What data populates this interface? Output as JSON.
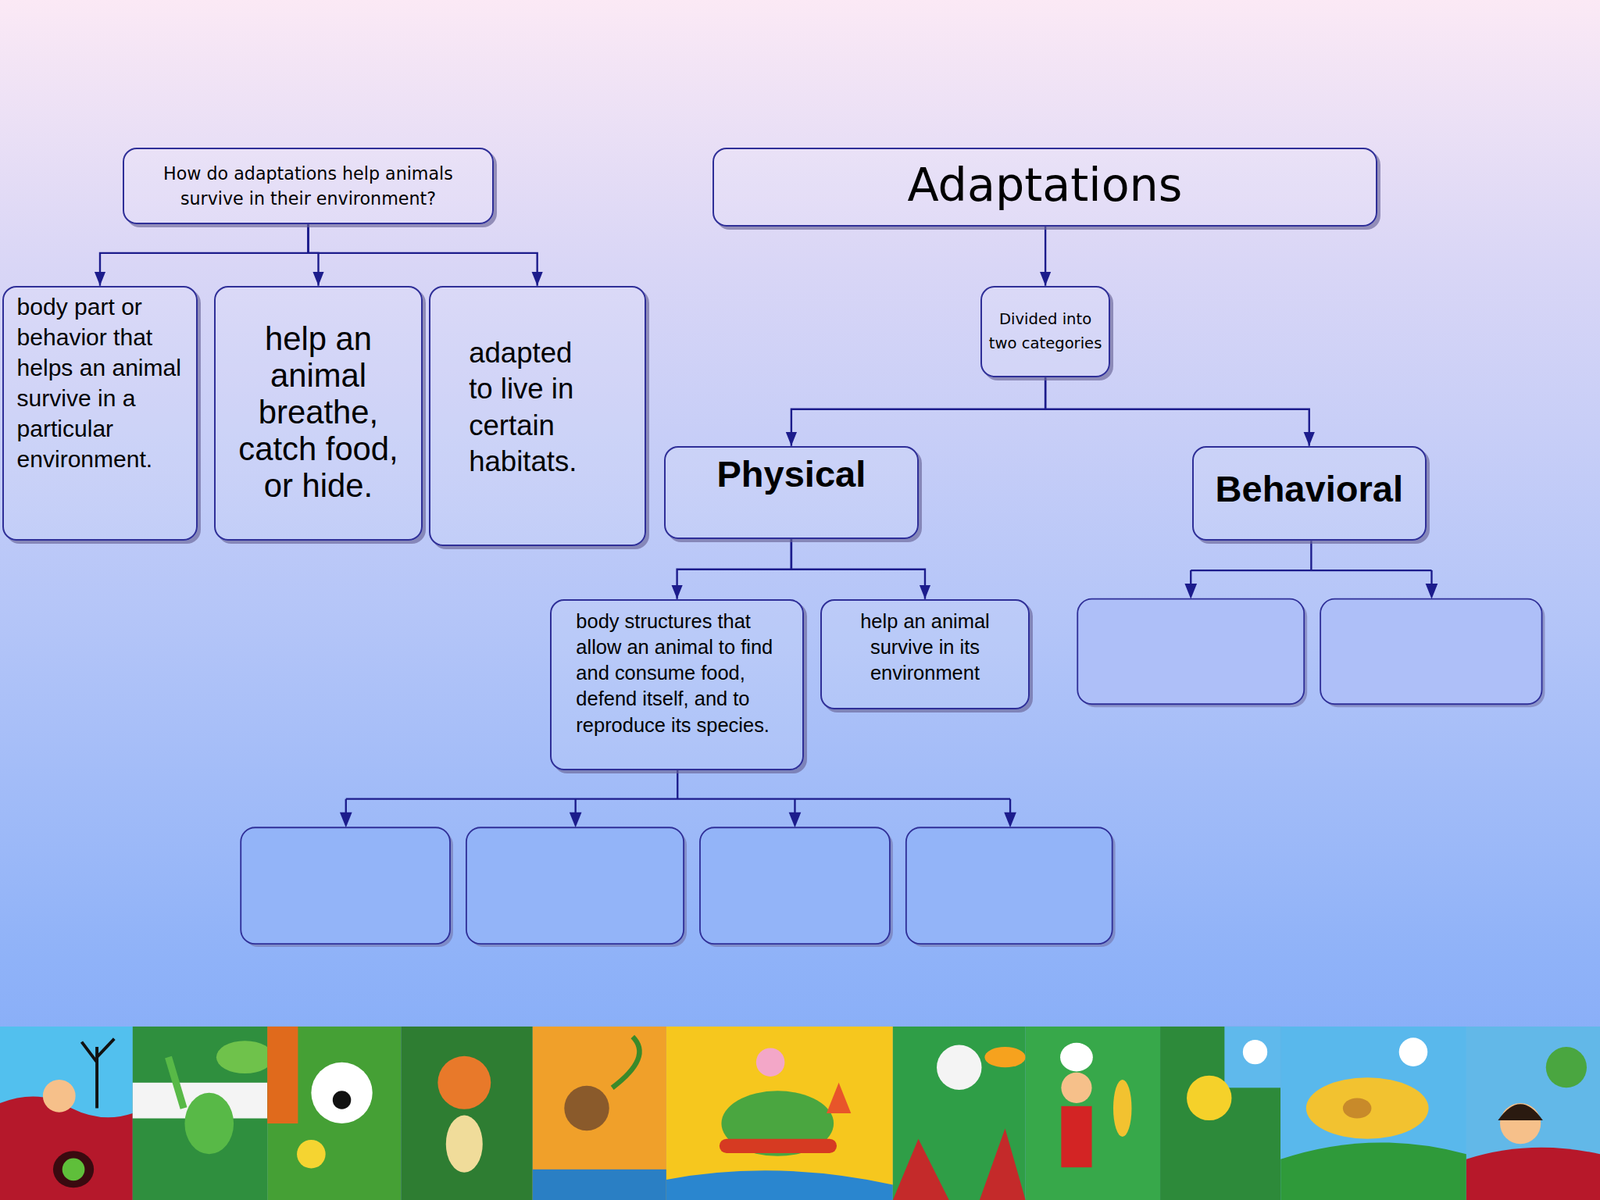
{
  "diagram": {
    "nodes": [
      {
        "text": [
          "How do adaptations help animals survive in their environment?"
        ]
      },
      {
        "text": [
          "Adaptations"
        ]
      },
      {
        "text": [
          "body part or behavior that helps an animal survive in a particular environment."
        ]
      },
      {
        "text": [
          "help an animal breathe, catch food, or hide."
        ]
      },
      {
        "text": [
          "adapted to live in certain habitats."
        ]
      },
      {
        "text": [
          "Divided into two categories"
        ]
      },
      {
        "text": [
          "Physical"
        ]
      },
      {
        "text": [
          "Behavioral"
        ]
      },
      {
        "text": [
          "body structures that allow an animal to find and consume food, defend itself, and to reproduce its species."
        ]
      },
      {
        "text": [
          "help an animal survive in its environment"
        ]
      }
    ],
    "edges": [
      {
        "from": 0,
        "to": 2,
        "arrow": "to"
      },
      {
        "from": 0,
        "to": 3,
        "arrow": "to"
      },
      {
        "from": 0,
        "to": 4,
        "arrow": "to"
      },
      {
        "from": 1,
        "to": 5,
        "arrow": "to"
      },
      {
        "from": 5,
        "to": 6,
        "arrow": "to"
      },
      {
        "from": 5,
        "to": 7,
        "arrow": "to"
      },
      {
        "from": 6,
        "to": 8,
        "arrow": "to"
      },
      {
        "from": 6,
        "to": 9,
        "arrow": "to"
      }
    ]
  }
}
